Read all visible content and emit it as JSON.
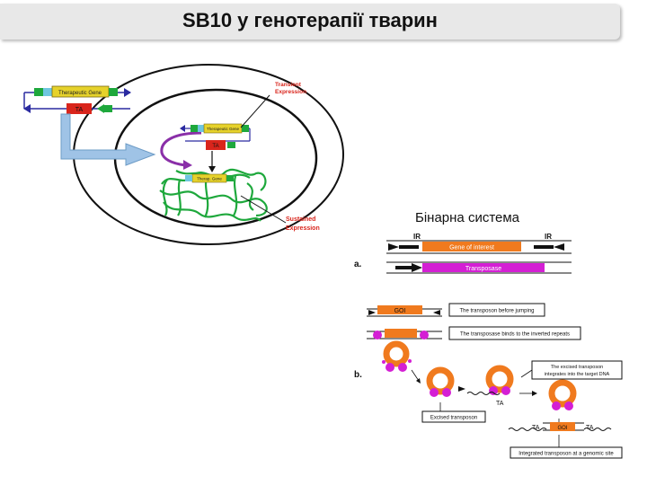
{
  "title": "SB10 у генотерапії тварин",
  "binary_label": "Бінарна система",
  "left_diagram": {
    "gene_top": "Therapeutic Gene",
    "ta_top": "TA",
    "gene_mid": "Therapeutic Gene",
    "ta_mid": "TA",
    "gene_chrom": "Therap. Gene",
    "transient": [
      "Transient",
      "Expression"
    ],
    "sustained": [
      "Sustained",
      "Expression"
    ]
  },
  "right_diagram": {
    "label_a": "a.",
    "label_b": "b.",
    "ir_left": "IR",
    "ir_right": "IR",
    "gene_of_interest": "Gene of interest",
    "transposase": "Transposase",
    "goi": "GOI",
    "goi_2": "GOI",
    "box_before_jumping": "The transposon before jumping",
    "box_binds": "The transposase binds to the inverted repeats",
    "box_excised": "Excised transposon",
    "box_integrates": [
      "The excised transposon",
      "integrates into the target DNA"
    ],
    "box_integrated": "Integrated transposon at a genomic site",
    "ta_1": "TA",
    "ta_2": "TA",
    "ta_3": "TA"
  },
  "colors": {
    "red": "#d9251c",
    "green": "#1ea83c",
    "magenta": "#d41fd4",
    "orange": "#f07a1e",
    "purple": "#8a2fa8",
    "blue_arrow": "#9fc3e6",
    "yellow": "#e6d22b"
  }
}
